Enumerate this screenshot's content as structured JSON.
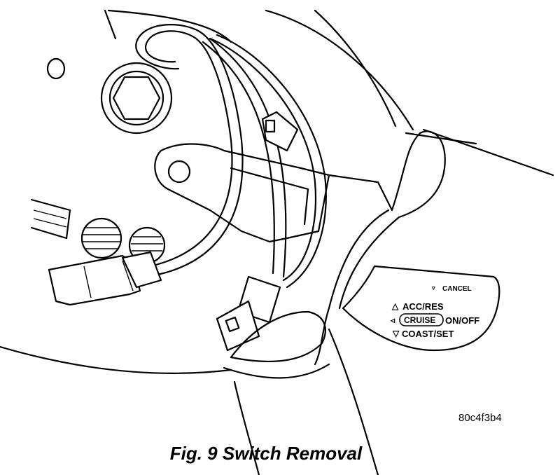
{
  "figure": {
    "caption": "Fig. 9 Switch Removal",
    "image_code": "80c4f3b4"
  },
  "switch_labels": {
    "cancel": "CANCEL",
    "acc_res": "ACC/RES",
    "cruise": "CRUISE",
    "on_off": "ON/OFF",
    "coast_set": "COAST/SET"
  }
}
